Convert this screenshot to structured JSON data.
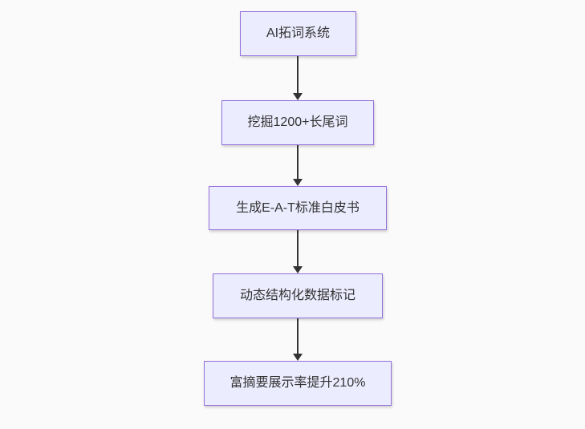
{
  "diagram": {
    "type": "flowchart",
    "direction": "top-down",
    "nodes": [
      {
        "label": "AI拓词系统"
      },
      {
        "label": "挖掘1200+长尾词"
      },
      {
        "label": "生成E-A-T标准白皮书"
      },
      {
        "label": "动态结构化数据标记"
      },
      {
        "label": "富摘要展示率提升210%"
      }
    ],
    "edges": [
      {
        "from": "AI拓词系统",
        "to": "挖掘1200+长尾词"
      },
      {
        "from": "挖掘1200+长尾词",
        "to": "生成E-A-T标准白皮书"
      },
      {
        "from": "生成E-A-T标准白皮书",
        "to": "动态结构化数据标记"
      },
      {
        "from": "动态结构化数据标记",
        "to": "富摘要展示率提升210%"
      }
    ],
    "colors": {
      "background": "#fafafa",
      "node_fill": "#ECECFF",
      "node_border": "#9370DB",
      "arrow": "#333333",
      "text": "#333333"
    }
  }
}
